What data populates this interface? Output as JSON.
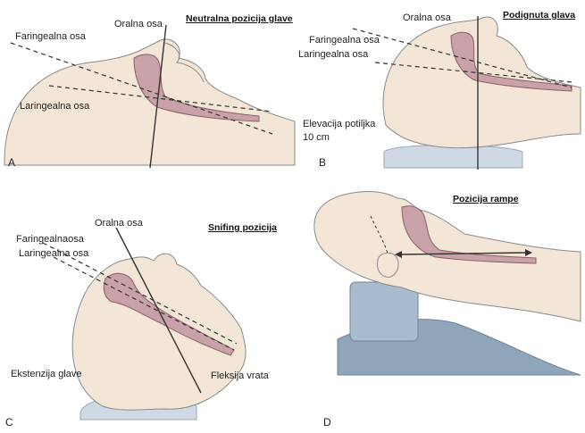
{
  "panels": {
    "a": {
      "letter": "A",
      "title": "Neutralna pozicija glave",
      "labels": {
        "oral_axis": "Oralna osa",
        "pharyngeal_axis": "Faringealna osa",
        "laryngeal_axis": "Laringealna osa"
      }
    },
    "b": {
      "letter": "B",
      "title": "Podignuta glava",
      "labels": {
        "oral_axis": "Oralna osa",
        "pharyngeal_axis": "Faringealna osa",
        "laryngeal_axis": "Laringealna osa",
        "elevation_line1": "Elevacija potiljka",
        "elevation_line2": "10 cm"
      }
    },
    "c": {
      "letter": "C",
      "title": "Snifing pozicija",
      "labels": {
        "oral_axis": "Oralna osa",
        "pharyngeal_axis": "Faringealnaosa",
        "laryngeal_axis": "Laringealna osa",
        "head_extension": "Ekstenzija glave",
        "neck_flexion": "Fleksija vrata"
      }
    },
    "d": {
      "letter": "D",
      "title": "Pozicija rampe"
    }
  },
  "colors": {
    "skin": "#f3e6d6",
    "skin_outline": "#8a8a8a",
    "airway": "#c9a1a8",
    "airway_outline": "#8c5f67",
    "pillow": "#cfd9e6",
    "ramp_block": "#a9bccd",
    "axis_line": "#333333"
  }
}
